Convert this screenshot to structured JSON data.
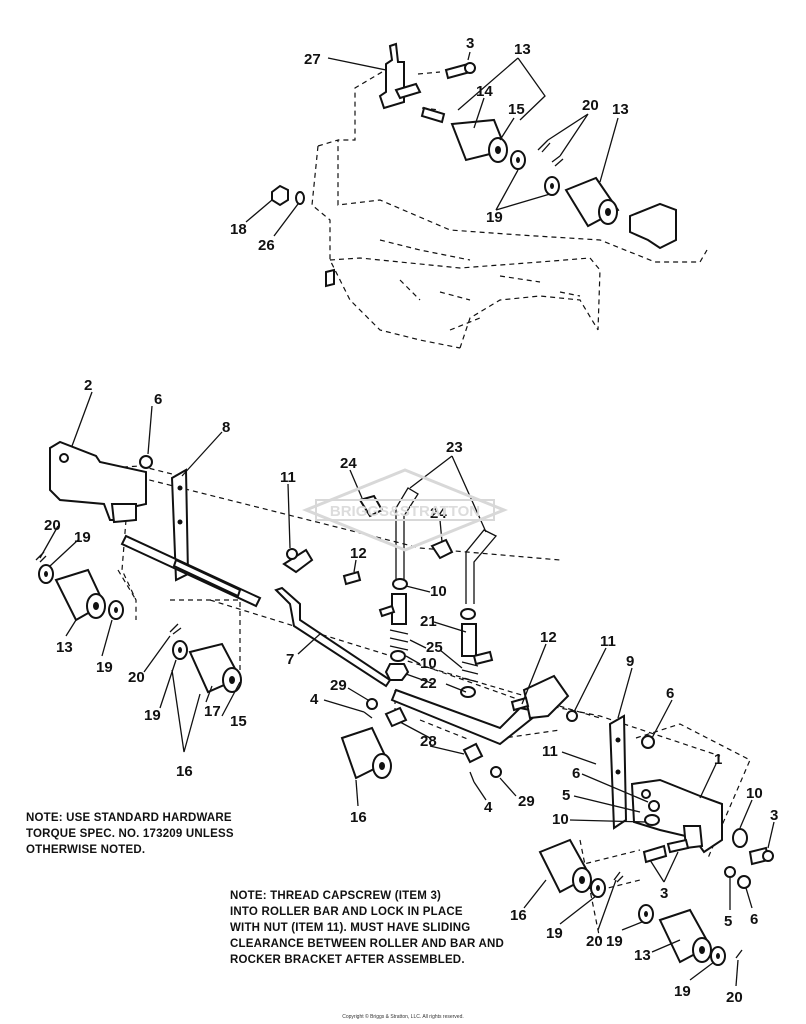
{
  "notes": {
    "note1": [
      "NOTE: USE STANDARD HARDWARE",
      "TORQUE SPEC. NO. 173209 UNLESS",
      "OTHERWISE NOTED."
    ],
    "note2": [
      "NOTE: THREAD CAPSCREW (ITEM 3)",
      "INTO ROLLER BAR AND LOCK IN PLACE",
      "WITH NUT (ITEM 11). MUST HAVE SLIDING",
      "CLEARANCE BETWEEN ROLLER AND BAR AND",
      "ROCKER BRACKET AFTER ASSEMBLED."
    ]
  },
  "watermark": "BRIGGS&STRATTON",
  "copyright": "Copyright © Briggs & Stratton, LLC. All rights reserved.",
  "callouts": {
    "c27": "27",
    "c3a": "3",
    "c13a": "13",
    "c14": "14",
    "c15a": "15",
    "c20a": "20",
    "c13b": "13",
    "c18": "18",
    "c26": "26",
    "c19a": "19",
    "c2": "2",
    "c6a": "6",
    "c8": "8",
    "c20b": "20",
    "c19b": "19",
    "c13c": "13",
    "c19c": "19",
    "c11a": "11",
    "c24a": "24",
    "c23": "23",
    "c24b": "24",
    "c12a": "12",
    "c10a": "10",
    "c21": "21",
    "c25": "25",
    "c10b": "10",
    "c22": "22",
    "c7": "7",
    "c12b": "12",
    "c11b": "11",
    "c9": "9",
    "c20c": "20",
    "c19d": "19",
    "c17": "17",
    "c15b": "15",
    "c16a": "16",
    "c4a": "4",
    "c29a": "29",
    "c28": "28",
    "c16b": "16",
    "c4b": "4",
    "c29b": "29",
    "c6b": "6",
    "c11c": "11",
    "c6c": "6",
    "c1": "1",
    "c5a": "5",
    "c10c": "10",
    "c10d": "10",
    "c3b": "3",
    "c3c": "3",
    "c5b": "5",
    "c6d": "6",
    "c16c": "16",
    "c19e": "19",
    "c20d": "20",
    "c19f": "19",
    "c13d": "13",
    "c19g": "19",
    "c20e": "20"
  }
}
